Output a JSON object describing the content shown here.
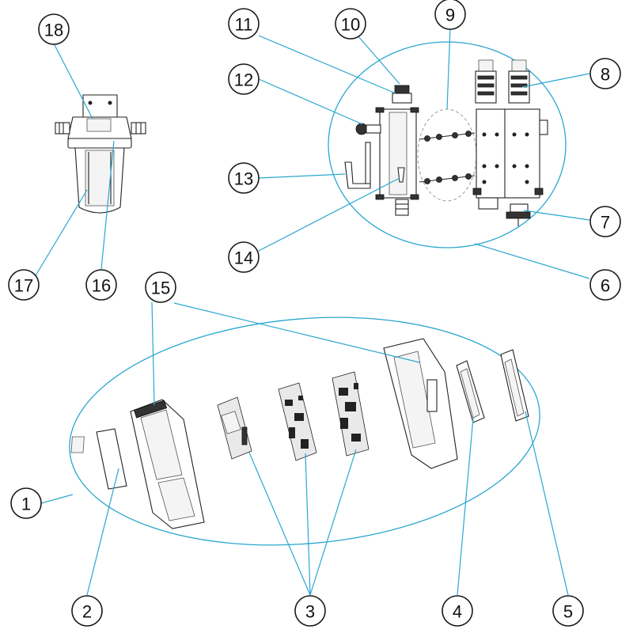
{
  "diagram": {
    "callouts": [
      "1",
      "2",
      "3",
      "4",
      "5",
      "6",
      "7",
      "8",
      "9",
      "10",
      "11",
      "12",
      "13",
      "14",
      "15",
      "16",
      "17",
      "18"
    ],
    "colors": {
      "leader": "#2aa7d0",
      "outline": "#222222",
      "dashed_group": "#9a9a9a"
    }
  }
}
